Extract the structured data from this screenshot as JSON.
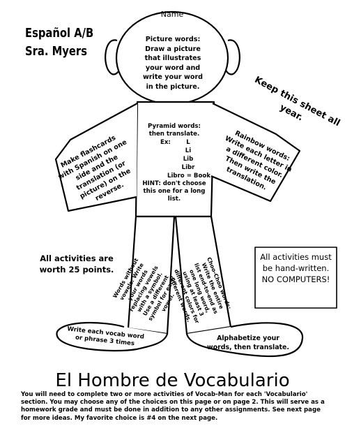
{
  "header": {
    "course": "Español A/B",
    "teacher": "Sra. Myers",
    "keep_note": "Keep this sheet all year."
  },
  "head": {
    "label": "Name",
    "picture_words": "Picture words: Draw a picture that illustrates your word and write your word in the picture."
  },
  "body": {
    "pyramid": {
      "title": "Pyramid words: then translate.",
      "ex_label": "Ex:",
      "levels": [
        "L",
        "Li",
        "Lib",
        "Libr",
        "Libro = Book"
      ],
      "hint": "HINT: don't choose this one for a long list."
    }
  },
  "arms": {
    "left": "Make flashcards with Spanish on one side and the translation (or picture) on the reverse.",
    "right": "Rainbow words: Write each letter in a different color. Then write the translation."
  },
  "legs": {
    "left": "Words without vowels: Write your words replacing vowels with a symbol. Use a different symbol for each vowel.",
    "right": "Choo-Choo words: Write the entire list end-to-end as one long word, using at least 3 different colors for different words."
  },
  "feet": {
    "left": "Write each vocab word or phrase 3 times",
    "right": "Alphabetize your words, then translate."
  },
  "notes": {
    "points": "All activities are worth 25 points.",
    "handwritten": "All activities must be hand-written. NO COMPUTERS!"
  },
  "title": "El Hombre de Vocabulario",
  "instructions": "You will need to complete two or more activities of Vocab-Man for each 'Vocabulario' section.  You may choose any of the choices on this page or on page 2. This will serve as a homework grade and must be done in addition to any other assignments. See next page for more ideas. My favorite choice is #4 on the next page."
}
